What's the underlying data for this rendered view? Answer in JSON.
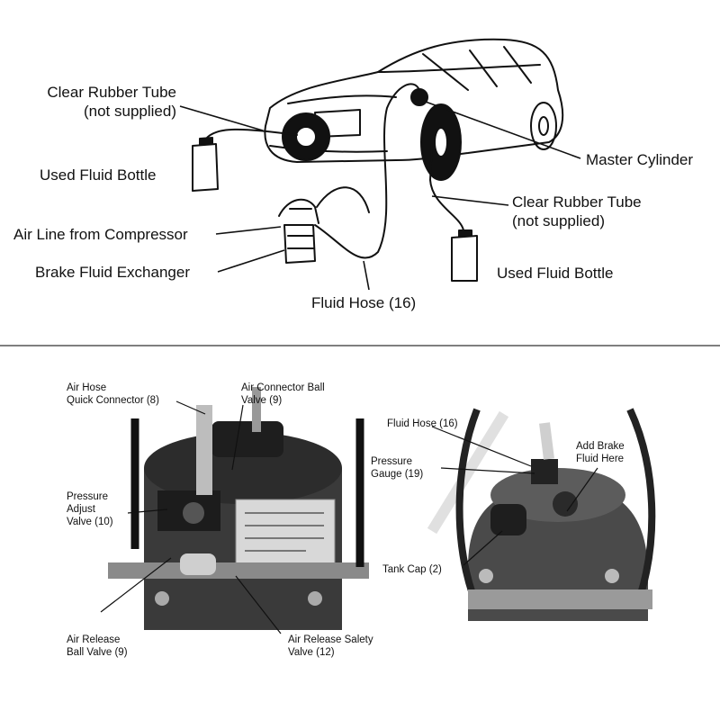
{
  "top_labels": {
    "tube_left_1": "Clear Rubber Tube",
    "tube_left_2": "(not supplied)",
    "bottle_left": "Used Fluid Bottle",
    "air_line": "Air Line from Compressor",
    "exchanger": "Brake Fluid Exchanger",
    "fluid_hose": "Fluid Hose (16)",
    "master_cylinder": "Master Cylinder",
    "tube_right_1": "Clear Rubber Tube",
    "tube_right_2": "(not supplied)",
    "bottle_right": "Used Fluid Bottle"
  },
  "left_photo_labels": {
    "air_hose_1": "Air Hose",
    "air_hose_2": "Quick Connector (8)",
    "air_connector_1": "Air Connector Ball",
    "air_connector_2": "Valve (9)",
    "pressure_adjust_1": "Pressure",
    "pressure_adjust_2": "Adjust",
    "pressure_adjust_3": "Valve (10)",
    "air_release_ball_1": "Air Release",
    "air_release_ball_2": "Ball Valve (9)",
    "air_release_safety_1": "Air Release Salety",
    "air_release_safety_2": "Valve (12)"
  },
  "right_photo_labels": {
    "fluid_hose": "Fluid Hose (16)",
    "pressure_gauge_1": "Pressure",
    "pressure_gauge_2": "Gauge (19)",
    "add_brake_1": "Add Brake",
    "add_brake_2": "Fluid Here",
    "tank_cap": "Tank Cap (2)"
  },
  "colors": {
    "line": "#111111",
    "divider": "#555555",
    "photo_dark": "#2a2a2a",
    "photo_mid": "#6a6a6a",
    "photo_light": "#cfcfcf"
  }
}
